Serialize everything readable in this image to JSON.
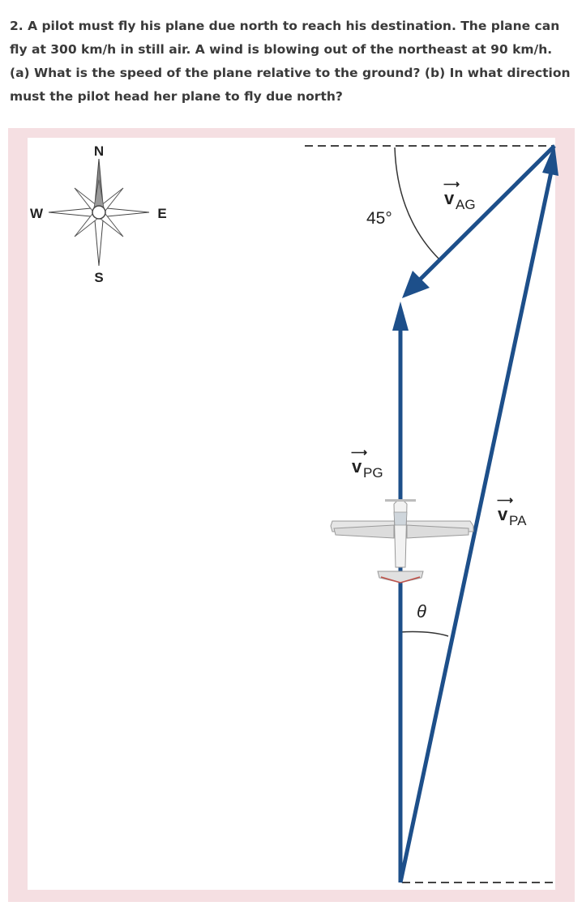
{
  "problem": {
    "text": "2. A pilot must fly his plane due north to reach his destination. The plane can fly at 300 km/h in still air. A wind is blowing out of the northeast at 90 km/h. (a) What is the speed of the plane relative to the ground? (b) In what direction must the pilot head her plane to fly due north?"
  },
  "compass": {
    "north": "N",
    "south": "S",
    "east": "E",
    "west": "W"
  },
  "vectors": {
    "v_ag": {
      "symbol": "v",
      "subscript": "AG",
      "color": "#1d4f8a"
    },
    "v_pg": {
      "symbol": "v",
      "subscript": "PG",
      "color": "#1d4f8a"
    },
    "v_pa": {
      "symbol": "v",
      "subscript": "PA",
      "color": "#1d4f8a"
    }
  },
  "angles": {
    "wind_angle": "45°",
    "theta": "θ"
  },
  "colors": {
    "frame": "#f5dfe2",
    "vector": "#1d4f8a",
    "text": "#3a3a3a"
  }
}
